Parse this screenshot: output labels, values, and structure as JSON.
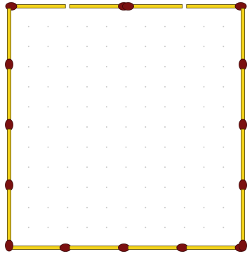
{
  "puzzle": {
    "kind": "matchstick puzzle",
    "match_count": 16,
    "shape": "square frame, 4 matches per side",
    "colors": {
      "background": "#ffffff",
      "grid_dot": "#c8c8c8",
      "stick_fill": "#f2d21b",
      "stick_outline": "#4a3a00",
      "head_fill": "#7a1010",
      "head_outline": "#3a0505"
    }
  }
}
